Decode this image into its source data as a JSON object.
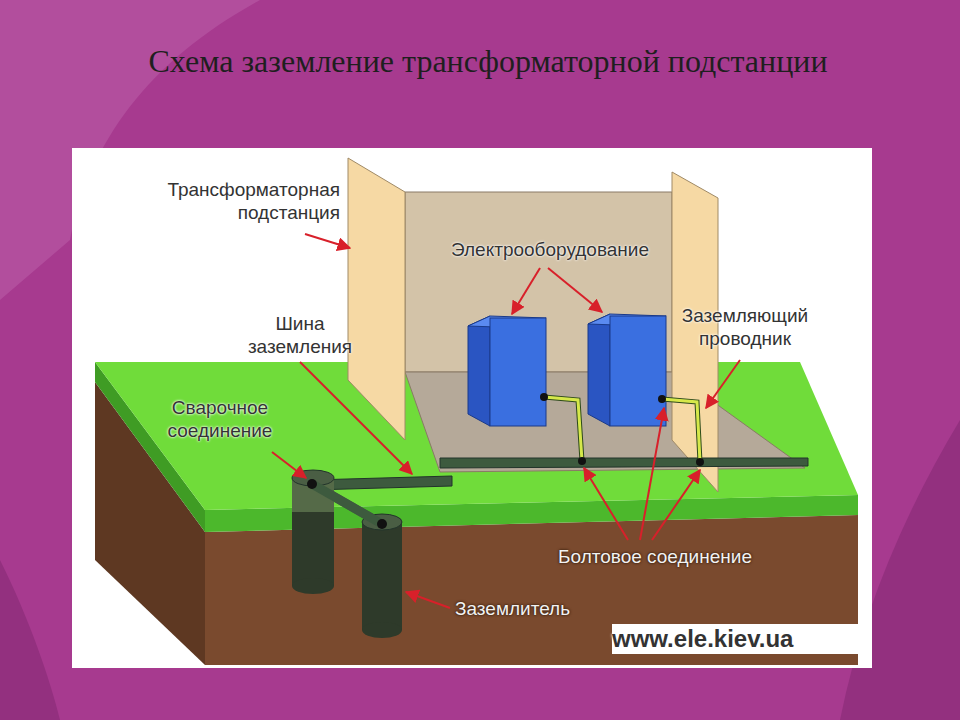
{
  "diagram": {
    "title": "Схема заземление трансформаторной подстанции",
    "labels": [
      "Трансформаторная подстанция",
      "Электрооборудование",
      "Шина заземления",
      "Заземляющий проводник",
      "Сварочное соединение",
      "Болтовое соединение",
      "Заземлитель",
      "www.ele.kiev.ua"
    ]
  }
}
